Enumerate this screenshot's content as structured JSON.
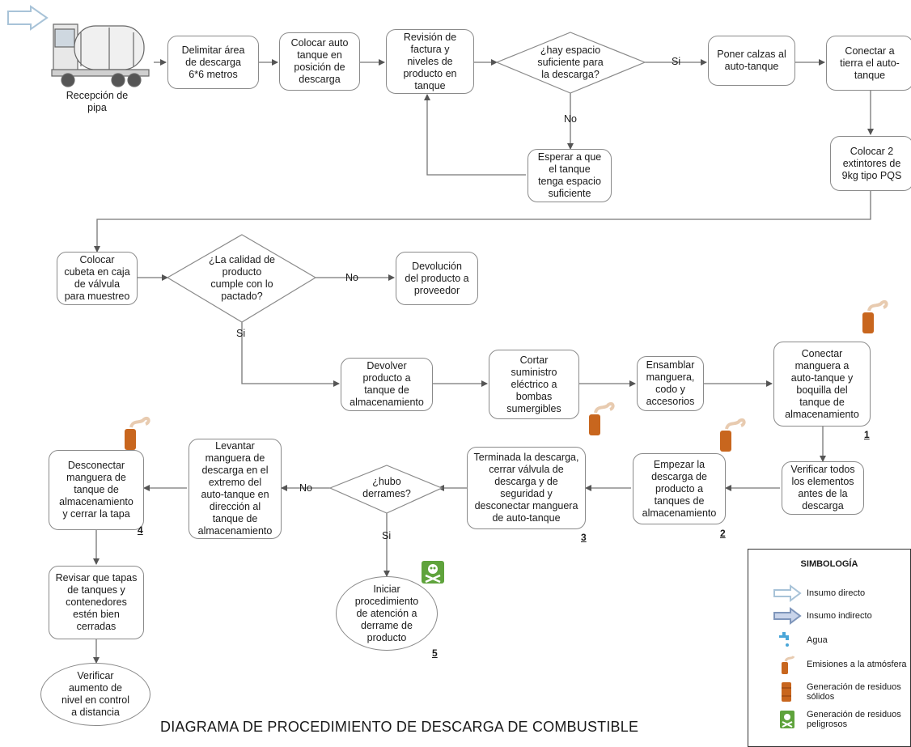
{
  "title": "DIAGRAMA DE PROCEDIMIENTO DE DESCARGA  DE COMBUSTIBLE",
  "colors": {
    "border": "#8a8a8a",
    "line": "#777777",
    "arrow_light": "#a8c3d8",
    "arrow_dark": "#7f96bb",
    "barrel": "#c8661e",
    "hazard": "#5fa33c"
  },
  "nodes": {
    "recepcion": "Recepción de\npipa",
    "delimitar": "Delimitar área\nde descarga\n6*6 metros",
    "colocar_auto": "Colocar auto\ntanque en\nposición de\ndescarga",
    "revision": "Revisión de\nfactura y\nniveles de\nproducto en\ntanque",
    "hay_espacio": "¿hay espacio\nsuficiente para\nla descarga?",
    "esperar": "Esperar a que\nel tanque\ntenga espacio\nsuficiente",
    "poner_calzas": "Poner calzas al\nauto-tanque",
    "conectar_tierra": "Conectar a\ntierra el auto-\ntanque",
    "extintores": "Colocar 2\nextintores de\n9kg tipo PQS",
    "colocar_cubeta": "Colocar\ncubeta en caja\nde válvula\npara muestreo",
    "calidad": "¿La calidad de\nproducto\ncumple con lo\npactado?",
    "devolucion": "Devolución\ndel producto a\nproveedor",
    "devolver": "Devolver\nproducto a\ntanque de\nalmacenamiento",
    "cortar": "Cortar\nsuministro\neléctrico a\nbombas\nsumergibles",
    "ensamblar": "Ensamblar\nmanguera,\ncodo y\naccesorios",
    "conectar_manguera": "Conectar\nmanguera a\nauto-tanque y\nboquilla del\ntanque de\nalmacenamiento",
    "verificar_elementos": "Verificar todos\nlos elementos\nantes de la\ndescarga",
    "empezar": "Empezar la\ndescarga de\nproducto a\ntanques de\nalmacenamiento",
    "terminada": "Terminada la descarga,\ncerrar válvula de\ndescarga y de\nseguridad  y\ndesconectar manguera\nde auto-tanque",
    "hubo_derrames": "¿hubo\nderrames?",
    "levantar": "Levantar\nmanguera de\ndescarga en el\nextremo del\nauto-tanque en\ndirección al\ntanque de\nalmacenamiento",
    "desconectar": "Desconectar\nmanguera de\ntanque de\nalmacenamiento\ny cerrar la tapa",
    "iniciar": "Iniciar\nprocedimiento\nde atención a\nderrame de\nproducto",
    "revisar_tapas": "Revisar que tapas\nde tanques y\ncontenedores\nestén bien\ncerradas",
    "verificar_aumento": "Verificar\naumento de\nnivel en control\na distancia"
  },
  "edge_labels": {
    "si_1": "Si",
    "no_1": "No",
    "no_2": "No",
    "si_2": "Si",
    "no_3": "No",
    "si_3": "Si"
  },
  "step_numbers": {
    "n1": "1",
    "n2": "2",
    "n3": "3",
    "n4": "4",
    "n5": "5"
  },
  "legend": {
    "title": "SIMBOLOGÍA",
    "items": [
      {
        "icon": "light-arrow-icon",
        "label": "Insumo directo"
      },
      {
        "icon": "dark-arrow-icon",
        "label": "Insumo indirecto"
      },
      {
        "icon": "faucet-icon",
        "label": "Agua"
      },
      {
        "icon": "emission-icon",
        "label": "Emisiones a la\natmósfera"
      },
      {
        "icon": "barrel-icon",
        "label": "Generación de\nresiduos sólidos"
      },
      {
        "icon": "hazard-icon",
        "label": "Generación de\nresiduos peligrosos"
      }
    ]
  }
}
